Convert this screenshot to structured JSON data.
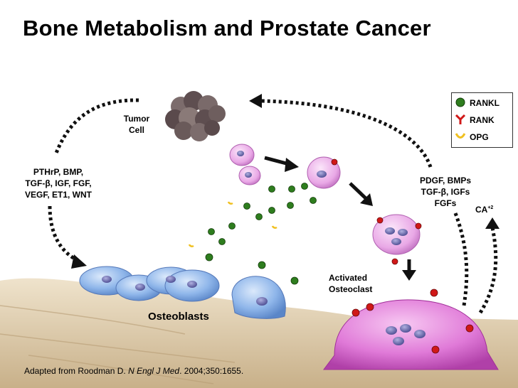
{
  "title": "Bone Metabolism and Prostate Cancer",
  "labels": {
    "tumor_cell_line1": "Tumor",
    "tumor_cell_line2": "Cell",
    "left_factors_line1": "PTHrP, BMP,",
    "left_factors_line2": "TGF-β, IGF, FGF,",
    "left_factors_line3": "VEGF, ET1, WNT",
    "right_factors_line1": "PDGF, BMPs",
    "right_factors_line2": "TGF-β, IGFs",
    "right_factors_line3": "FGFs",
    "calcium": "CA",
    "calcium_superscript": "+2",
    "activated_line1": "Activated",
    "activated_line2": "Osteoclast",
    "osteoblasts": "Osteoblasts"
  },
  "legend": [
    {
      "label": "RANKL",
      "icon": "rankl-icon",
      "color": "#2e7d1e"
    },
    {
      "label": "RANK",
      "icon": "rank-icon",
      "color": "#d01818"
    },
    {
      "label": "OPG",
      "icon": "opg-icon",
      "color": "#f0c020"
    }
  ],
  "citation": {
    "prefix": "Adapted from Roodman D. ",
    "journal": "N Engl J Med",
    "suffix": ". 2004;350:1655."
  },
  "colors": {
    "bone": "#d9c7a4",
    "osteoblast": "#8fb6ea",
    "osteoclast": "#e07ad8",
    "precursor": "#e9a8e6",
    "tumor": "#6a5a5a",
    "arrow": "#111111"
  }
}
